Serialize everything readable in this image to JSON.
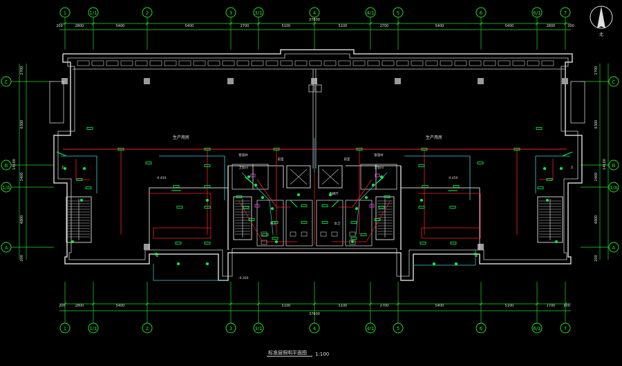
{
  "drawing": {
    "title": "标准层照明平面图",
    "scale": "1:100",
    "north_label": "北",
    "room_labels": [
      "生产用房",
      "生产用房"
    ],
    "small_labels": [
      "卫生间",
      "卫生间",
      "男卫",
      "女卫",
      "前室",
      "前室",
      "电梯厅",
      "管道井",
      "管道井"
    ],
    "elevation_labels": [
      "-0.450",
      "-0.450",
      "-0.350"
    ]
  },
  "grid_top": [
    "1",
    "1/1",
    "2",
    "3",
    "3/1",
    "4",
    "4/1",
    "5",
    "6",
    "6/1",
    "7"
  ],
  "grid_bottom": [
    "1",
    "1/1",
    "2",
    "3",
    "3/1",
    "4",
    "4/1",
    "5",
    "6",
    "6/1",
    "7"
  ],
  "grid_left": [
    "C",
    "B",
    "1/A",
    "A"
  ],
  "grid_right": [
    "C",
    "B",
    "1/A",
    "A"
  ],
  "dims_top": [
    "200",
    "2800",
    "5400",
    "5400",
    "2700",
    "5100",
    "5100",
    "2700",
    "5400",
    "5400",
    "2800",
    "200"
  ],
  "dims_top_total": "37800",
  "dims_bottom": [
    "200",
    "2800",
    "5400",
    "5100",
    "5100",
    "2700",
    "5400",
    "5100",
    "2700",
    "200"
  ],
  "dims_bottom_total": "37800",
  "dims_left": [
    "2700",
    "6300",
    "2400",
    "4800",
    "200"
  ],
  "dims_left_total": "14100",
  "dims_right": [
    "2700",
    "6300",
    "2400",
    "4800",
    "200"
  ],
  "dims_right_total": "14100",
  "colors": {
    "background": "#000000",
    "wall": "#cfcfcf",
    "grid": "#20e020",
    "fixture": "#00ff40",
    "circuit": "#ff2020",
    "cyan": "#40d0e0",
    "magenta": "#ff40ff",
    "text": "#e0e0e0",
    "yellow": "#ffff00"
  }
}
